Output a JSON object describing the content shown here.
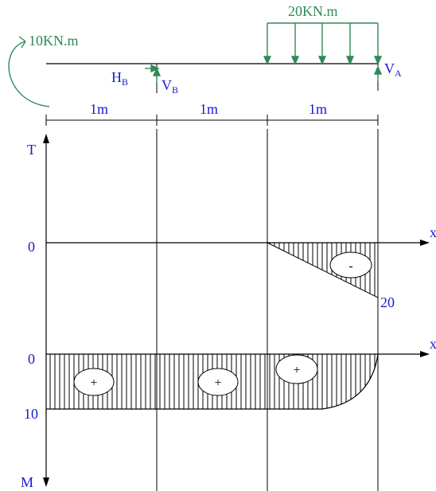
{
  "colors": {
    "load": "#2e8b57",
    "text_blue": "#1a1acd",
    "structure": "#000000"
  },
  "loads": {
    "moment_label": "10KN.m",
    "distributed_label": "20KN.m",
    "reaction_hb_main": "H",
    "reaction_hb_sub": "B",
    "reaction_vb_main": "V",
    "reaction_vb_sub": "B",
    "reaction_va_main": "V",
    "reaction_va_sub": "A"
  },
  "spans": [
    "1m",
    "1m",
    "1m"
  ],
  "shear_diagram": {
    "axis_label": "T",
    "x_label": "x",
    "zero_label": "0",
    "end_value_label": "20",
    "sign": "-",
    "values_x": [
      0,
      1,
      2,
      3
    ],
    "values_T": [
      0,
      0,
      0,
      -20
    ]
  },
  "moment_diagram": {
    "axis_label": "M",
    "x_label": "x",
    "zero_label": "0",
    "level_label": "10",
    "signs": [
      "+",
      "+",
      "+"
    ],
    "values_x": [
      0,
      1,
      2,
      3
    ],
    "values_M": [
      10,
      10,
      10,
      0
    ]
  }
}
